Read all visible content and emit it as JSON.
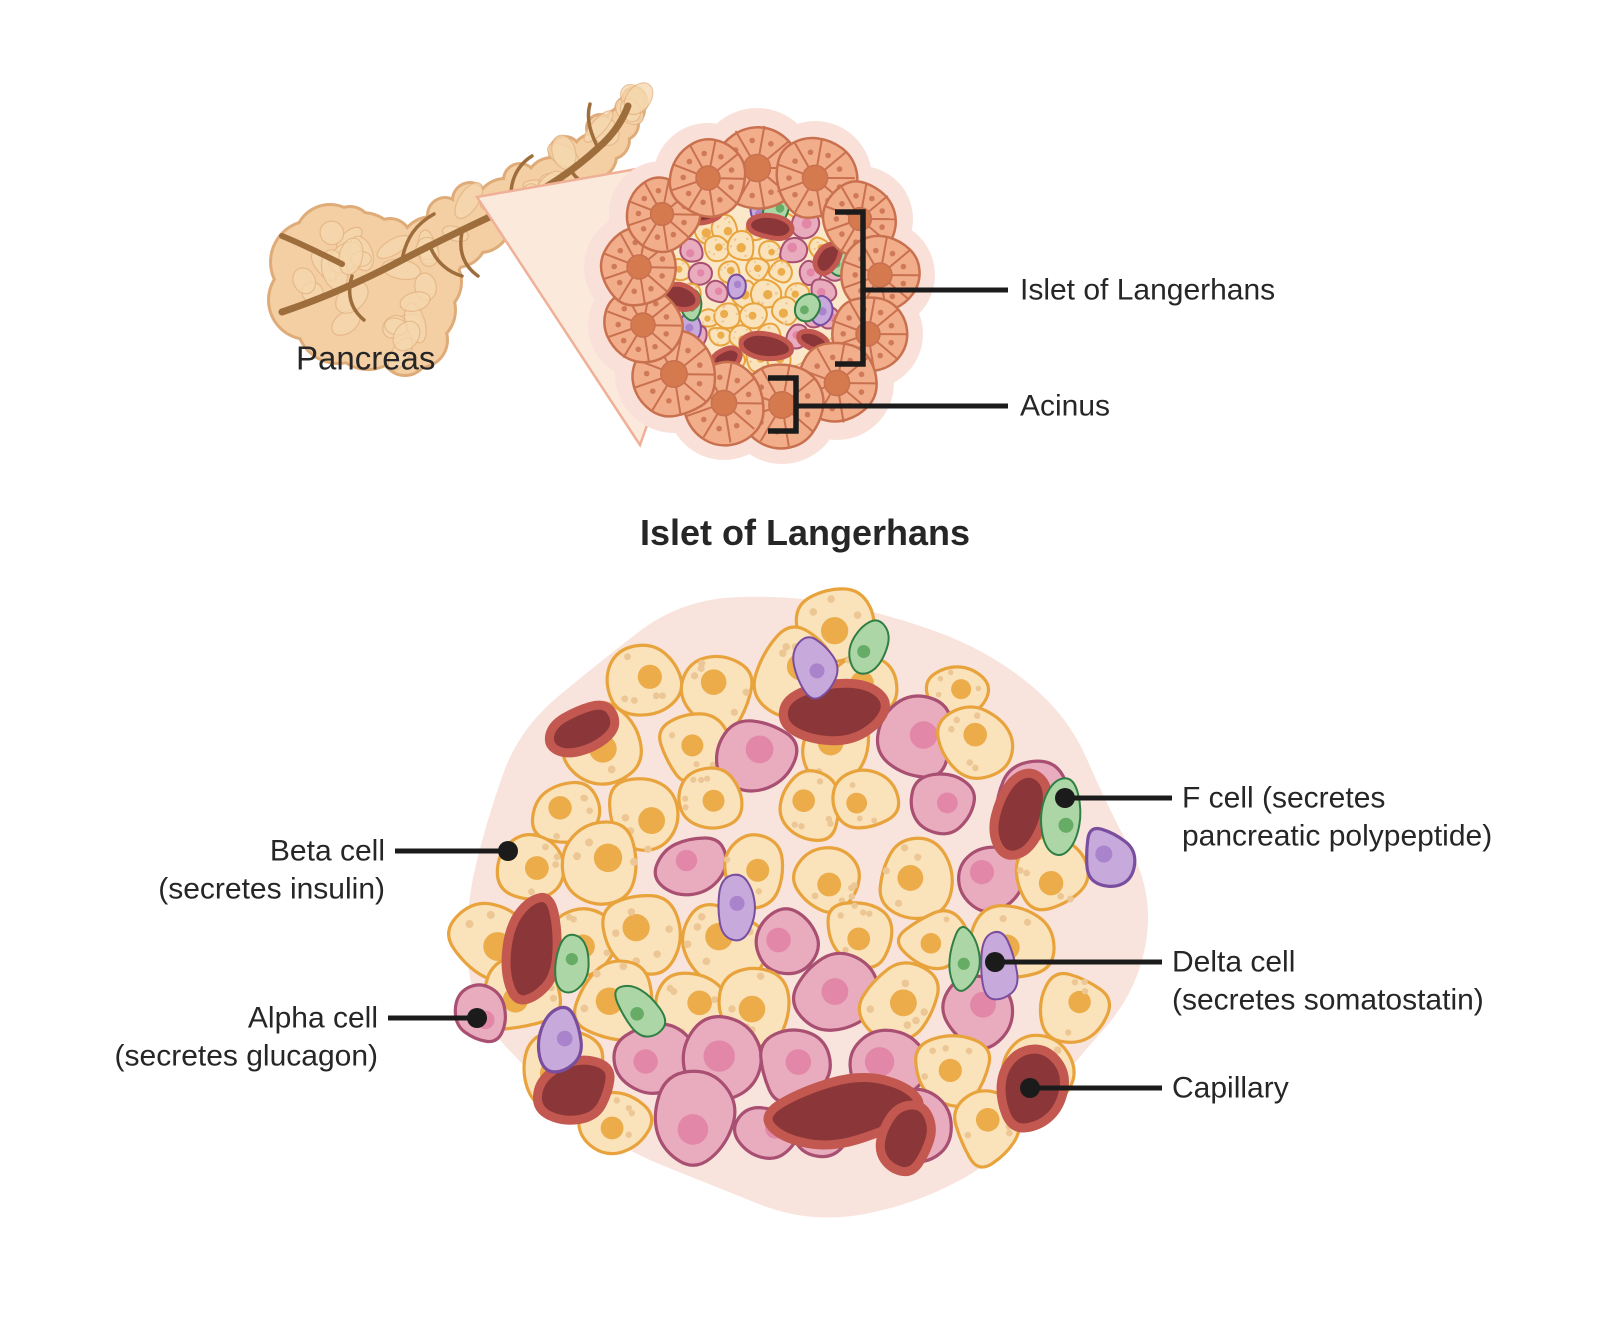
{
  "overview": {
    "pancreas_label": "Pancreas",
    "islet_callout_label": "Islet of Langerhans",
    "acinus_label": "Acinus"
  },
  "main_title": "Islet of Langerhans",
  "labels": {
    "beta": {
      "line1": "Beta cell",
      "line2": "(secretes insulin)"
    },
    "alpha": {
      "line1": "Alpha cell",
      "line2": "(secretes glucagon)"
    },
    "f": {
      "line1": "F cell (secretes",
      "line2": "pancreatic polypeptide)"
    },
    "delta": {
      "line1": "Delta cell",
      "line2": "(secretes somatostatin)"
    },
    "capillary": {
      "line1": "Capillary"
    }
  },
  "colors": {
    "background": "#ffffff",
    "text": "#262626",
    "line": "#1b1b1b",
    "beta_fill": "#FAE3BB",
    "beta_fill_light": "#FCEDD2",
    "beta_stroke": "#E8A33C",
    "beta_nucleus": "#EBAC49",
    "beta_speckle": "#ECC795",
    "alpha_fill": "#E9ACBE",
    "alpha_stroke": "#A84F72",
    "alpha_nucleus": "#E287A8",
    "delta_fill": "#C7A9DC",
    "delta_stroke": "#7A4E9E",
    "delta_nucleus": "#A983CB",
    "f_fill": "#ADD6A6",
    "f_stroke": "#2F7E44",
    "f_nucleus": "#66AC66",
    "capillary_fill": "#8B3638",
    "capillary_stroke": "#C2584F",
    "acinus_fill": "#F2AE8B",
    "acinus_stroke": "#C9704E",
    "acinus_center": "#D5794E",
    "tissue_bg": "#F9E1DA",
    "islet_bg": "#FBE8C8",
    "islet_gap": "#F8E4DC",
    "wedge_fill": "#FBE9DC",
    "wedge_stroke": "#F0B097",
    "pancreas_fill": "#F3CFA3",
    "pancreas_rim": "#DFAC79",
    "pancreas_lobule": "#F6D8AE",
    "pancreas_lobule_edge": "#E3B181",
    "duct": "#9E6D3C"
  }
}
